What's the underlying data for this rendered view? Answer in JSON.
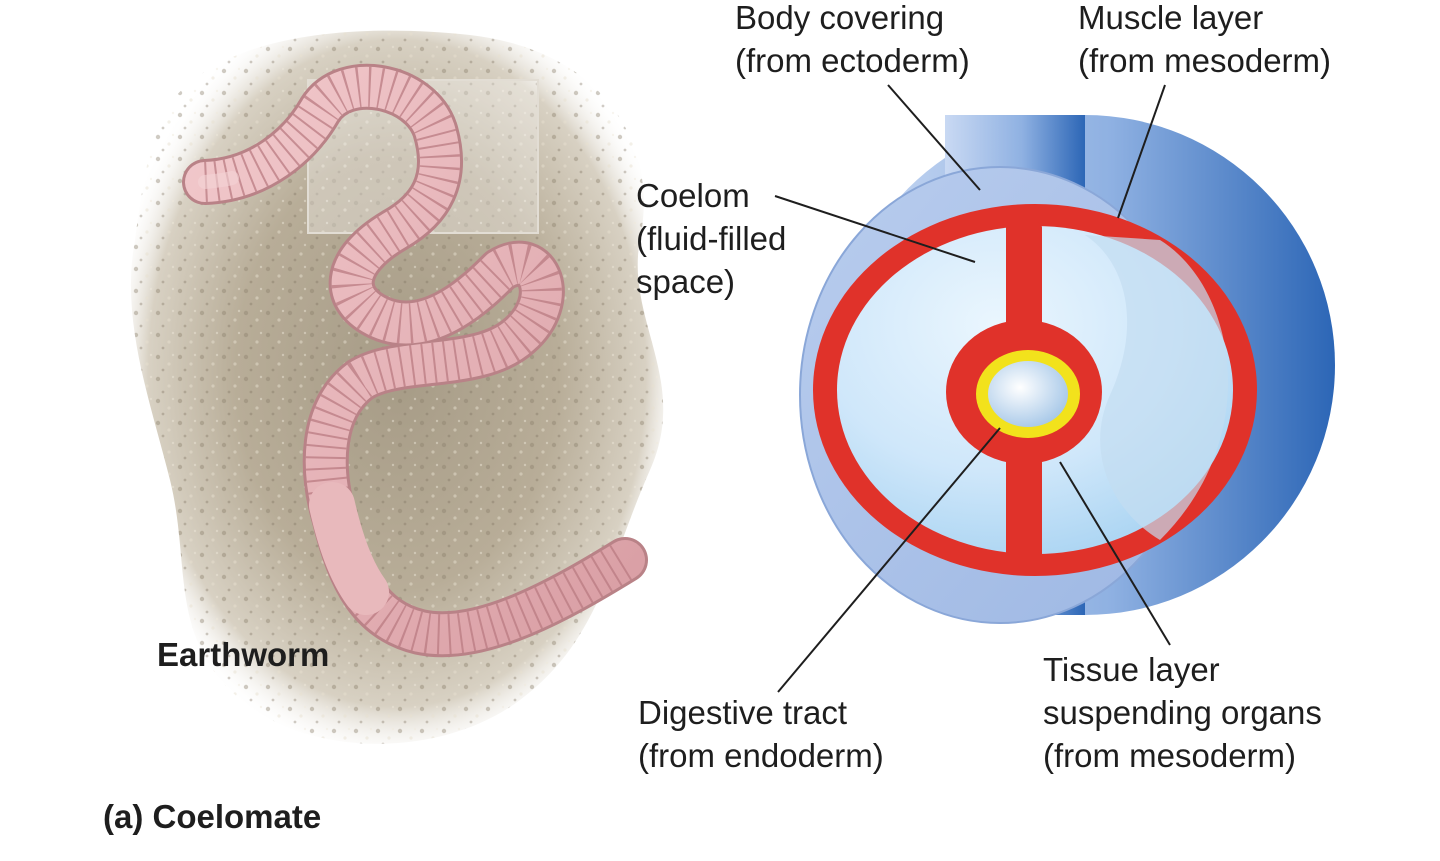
{
  "figure": {
    "caption": "(a) Coelomate",
    "organism_label": "Earthworm"
  },
  "labels": {
    "body_covering": [
      "Body covering",
      "(from ectoderm)"
    ],
    "muscle_layer": [
      "Muscle layer",
      "(from mesoderm)"
    ],
    "coelom": [
      "Coelom",
      "(fluid-filled",
      "space)"
    ],
    "digestive_tract": [
      "Digestive tract",
      "(from endoderm)"
    ],
    "tissue_layer": [
      "Tissue layer",
      "suspending organs",
      "(from mesoderm)"
    ]
  },
  "colors": {
    "mesoderm": "#e0322a",
    "endoderm": "#f2e21c",
    "ectoderm": "#a8bde6",
    "coelom_fluid": "#d6ecfb",
    "outer_shell": "#2f6fbf",
    "worm": "#e7b5b9",
    "soil": "#b2a792",
    "leader_line": "#1e1e1e"
  }
}
